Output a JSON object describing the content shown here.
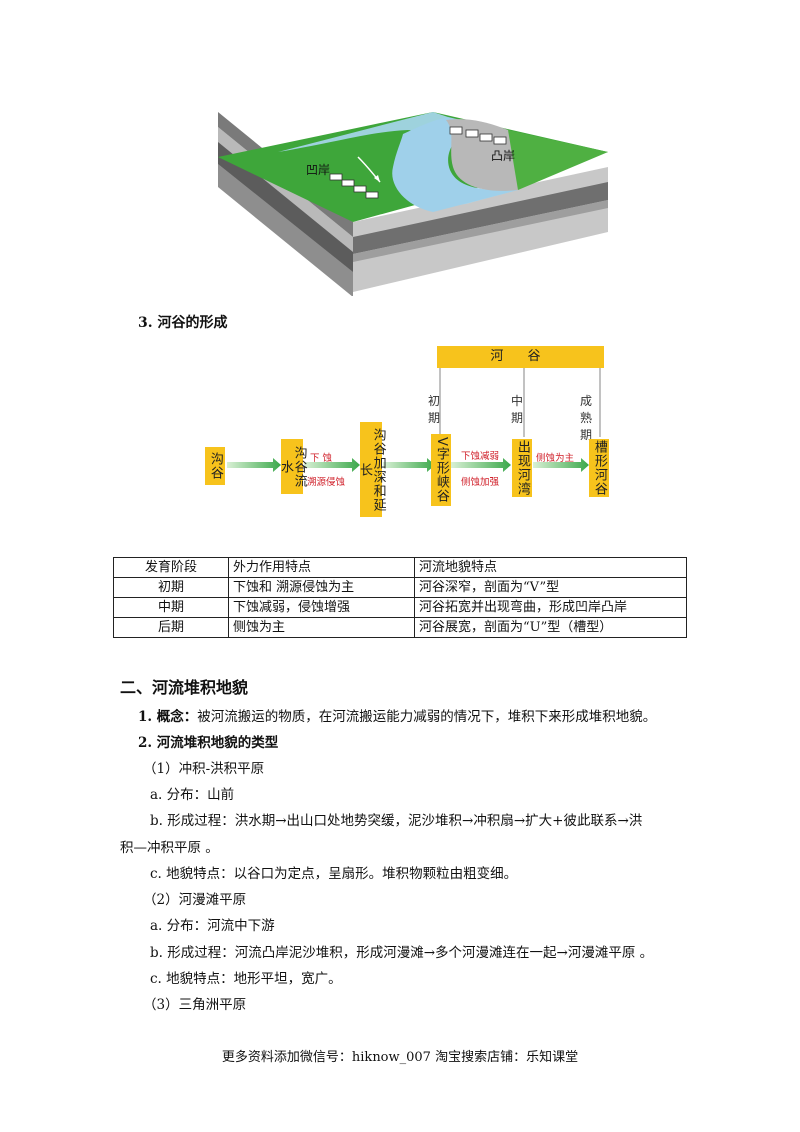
{
  "diagram": {
    "concave_label": "凹岸",
    "convex_label": "凸岸"
  },
  "section3_title": "3. 河谷的形成",
  "flow": {
    "river_valley": "河  谷",
    "stages": {
      "early": "初 期",
      "middle": "中 期",
      "mature": "成熟期"
    },
    "boxes": {
      "gully": "沟谷",
      "gully_stream": "沟谷流水",
      "deepen": "沟谷加深和延长",
      "v_gorge": "V字形峡谷",
      "meander": "出现河湾",
      "trough": "槽形河谷"
    },
    "notes": {
      "down": "下    蚀",
      "headward": "溯源侵蚀",
      "down_weaken": "下蚀减弱",
      "lateral_strengthen": "侧蚀加强",
      "lateral_main": "侧蚀为主"
    },
    "colors": {
      "box": "#f7c31c",
      "arrow": "#3aa84a",
      "note": "#d0202a"
    }
  },
  "table": {
    "headers": [
      "发育阶段",
      "外力作用特点",
      "河流地貌特点"
    ],
    "rows": [
      [
        "初期",
        "下蚀和 溯源侵蚀为主",
        "河谷深窄，剖面为“V”型"
      ],
      [
        "中期",
        "下蚀减弱，侵蚀增强",
        "河谷拓宽并出现弯曲，形成凹岸凸岸"
      ],
      [
        "后期",
        "侧蚀为主",
        "河谷展宽，剖面为“U”型（槽型）"
      ]
    ]
  },
  "section2": {
    "heading": "二、河流堆积地貌",
    "concept_label": "1. 概念：",
    "concept_text": "被河流搬运的物质，在河流搬运能力减弱的情况下，堆积下来形成堆积地貌。",
    "types_title": "2. 河流堆积地貌的类型",
    "alluvial_title": "（1）冲积-洪积平原",
    "alluvial_a": "a. 分布：山前",
    "alluvial_b1": "b. 形成过程：洪水期→出山口处地势突缓，泥沙堆积→冲积扇→扩大+彼此联系→洪",
    "alluvial_b2": "积—冲积平原 。",
    "alluvial_c": "c. 地貌特点：以谷口为定点，呈扇形。堆积物颗粒由粗变细。",
    "floodplain_title": "（2）河漫滩平原",
    "floodplain_a": "a. 分布：河流中下游",
    "floodplain_b": "b. 形成过程：河流凸岸泥沙堆积，形成河漫滩→多个河漫滩连在一起→河漫滩平原 。",
    "floodplain_c": "c. 地貌特点：地形平坦，宽广。",
    "delta_title": "（3）三角洲平原"
  },
  "footer": "更多资料添加微信号：hiknow_007   淘宝搜索店铺：乐知课堂"
}
